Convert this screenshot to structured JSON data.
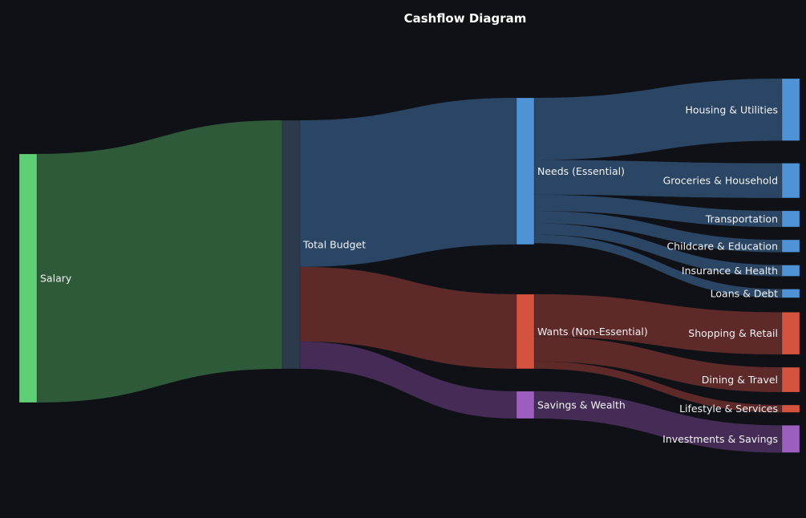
{
  "chart_data": {
    "type": "sankey",
    "title": "Cashflow Diagram",
    "nodes": [
      {
        "id": "salary",
        "label": "Salary",
        "color": "#5fcf75"
      },
      {
        "id": "budget",
        "label": "Total Budget",
        "color": "#2c3a4c"
      },
      {
        "id": "needs",
        "label": "Needs (Essential)",
        "color": "#4f93d6"
      },
      {
        "id": "wants",
        "label": "Wants (Non-Essential)",
        "color": "#d4533f"
      },
      {
        "id": "savings",
        "label": "Savings & Wealth",
        "color": "#9d5fbf"
      },
      {
        "id": "housing",
        "label": "Housing & Utilities",
        "color": "#4f93d6"
      },
      {
        "id": "groceries",
        "label": "Groceries & Household",
        "color": "#4f93d6"
      },
      {
        "id": "transport",
        "label": "Transportation",
        "color": "#4f93d6"
      },
      {
        "id": "childcare",
        "label": "Childcare & Education",
        "color": "#4f93d6"
      },
      {
        "id": "insurance",
        "label": "Insurance & Health",
        "color": "#4f93d6"
      },
      {
        "id": "loans",
        "label": "Loans & Debt",
        "color": "#4f93d6"
      },
      {
        "id": "shopping",
        "label": "Shopping & Retail",
        "color": "#d4533f"
      },
      {
        "id": "dining",
        "label": "Dining & Travel",
        "color": "#d4533f"
      },
      {
        "id": "lifestyle",
        "label": "Lifestyle & Services",
        "color": "#d4533f"
      },
      {
        "id": "investments",
        "label": "Investments & Savings",
        "color": "#9d5fbf"
      }
    ],
    "links": [
      {
        "source": "salary",
        "target": "budget",
        "value": 100,
        "color": "#2f5a3a"
      },
      {
        "source": "budget",
        "target": "needs",
        "value": 59,
        "color": "#2a4664"
      },
      {
        "source": "budget",
        "target": "wants",
        "value": 30,
        "color": "#5e2a29"
      },
      {
        "source": "budget",
        "target": "savings",
        "value": 11,
        "color": "#442c56"
      },
      {
        "source": "needs",
        "target": "housing",
        "value": 25,
        "color": "#2a4664"
      },
      {
        "source": "needs",
        "target": "groceries",
        "value": 14,
        "color": "#2a4664"
      },
      {
        "source": "needs",
        "target": "transport",
        "value": 6.5,
        "color": "#2a4664"
      },
      {
        "source": "needs",
        "target": "childcare",
        "value": 5,
        "color": "#2a4664"
      },
      {
        "source": "needs",
        "target": "insurance",
        "value": 4.5,
        "color": "#2a4664"
      },
      {
        "source": "needs",
        "target": "loans",
        "value": 3.5,
        "color": "#2a4664"
      },
      {
        "source": "wants",
        "target": "shopping",
        "value": 17,
        "color": "#5e2a29"
      },
      {
        "source": "wants",
        "target": "dining",
        "value": 10,
        "color": "#5e2a29"
      },
      {
        "source": "wants",
        "target": "lifestyle",
        "value": 3,
        "color": "#5e2a29"
      },
      {
        "source": "savings",
        "target": "investments",
        "value": 11,
        "color": "#442c56"
      }
    ]
  }
}
